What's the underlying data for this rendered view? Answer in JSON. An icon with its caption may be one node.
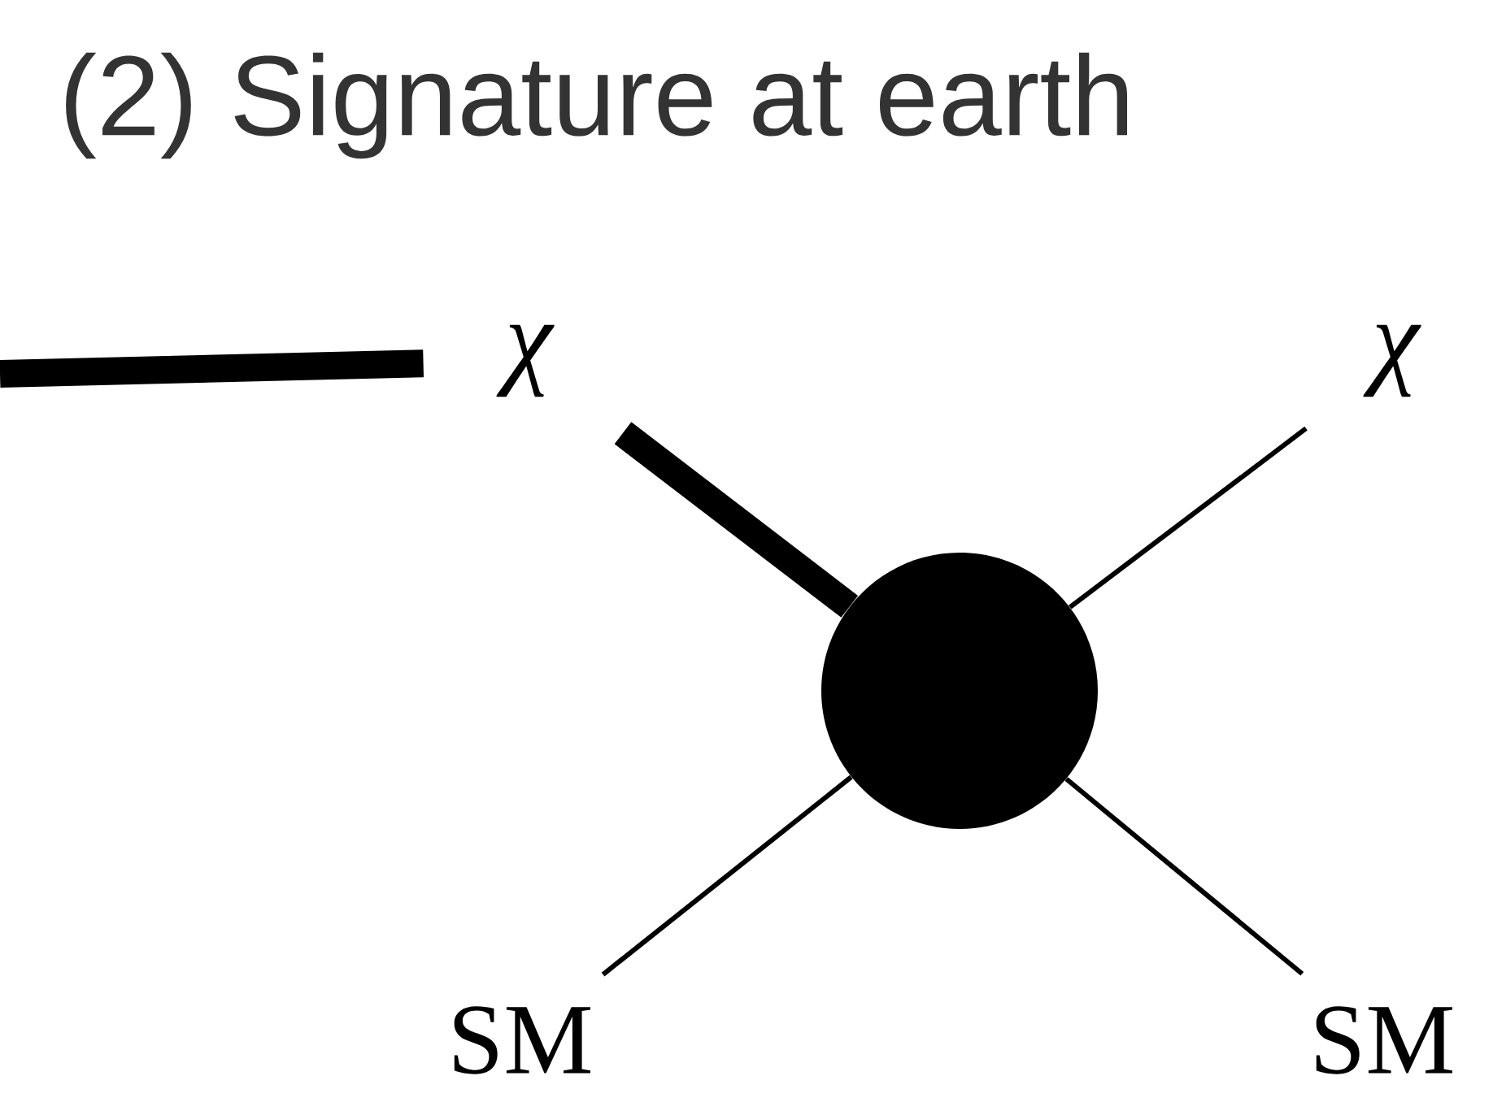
{
  "diagram": {
    "title": "(2) Signature at earth",
    "nodes": [
      {
        "text": [
          "χ"
        ]
      },
      {
        "text": [
          "χ"
        ]
      },
      {
        "text": [],
        "shape": "circle"
      },
      {
        "text": [
          "SM"
        ]
      },
      {
        "text": [
          "SM"
        ]
      }
    ],
    "edges": [
      {
        "from": null,
        "to": 0,
        "arrow": "none",
        "style": "thick"
      },
      {
        "from": 0,
        "to": 2,
        "arrow": "none",
        "style": "thick"
      },
      {
        "from": 2,
        "to": 1,
        "arrow": "none"
      },
      {
        "from": 3,
        "to": 2,
        "arrow": "none"
      },
      {
        "from": 2,
        "to": 4,
        "arrow": "none"
      }
    ]
  }
}
